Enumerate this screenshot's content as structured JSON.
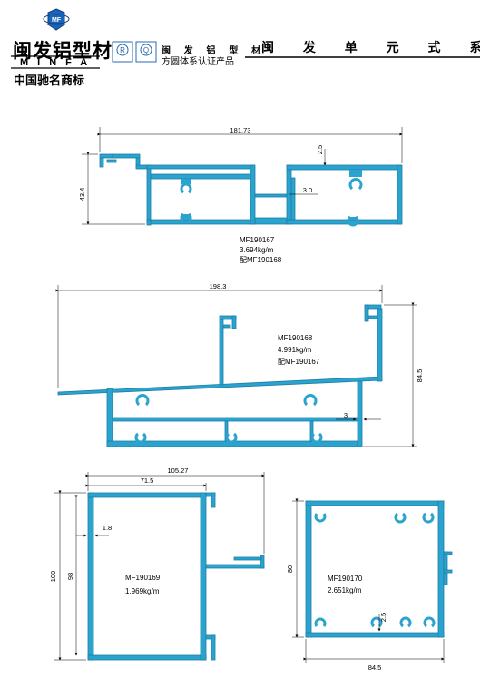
{
  "header": {
    "logo_text": "MF",
    "brand_name": "闽发铝型材",
    "brand_latin": "MINFA",
    "slogan": "中国驰名商标",
    "cert_badges": [
      "R",
      "Q"
    ],
    "cert_title": "闽 发 铝 型 材",
    "cert_subtitle": "方圆体系认证产品",
    "series_title": "闽 发 单 元 式 系 列 断 面"
  },
  "profiles": [
    {
      "code": "MF190167",
      "weight": "3.694kg/m",
      "match": "配MF190168",
      "dims": {
        "width": "181.73",
        "height": "43.4",
        "top": "2.5",
        "wall": "3.0"
      }
    },
    {
      "code": "MF190168",
      "weight": "4.991kg/m",
      "match": "配MF190167",
      "dims": {
        "width": "198.3",
        "height": "84.5",
        "wall": "3"
      }
    },
    {
      "code": "MF190169",
      "weight": "1.969kg/m",
      "dims": {
        "width_total": "105.27",
        "width_inner": "71.5",
        "wall": "1.8",
        "height_total": "100",
        "height_inner": "98"
      }
    },
    {
      "code": "MF190170",
      "weight": "2.651kg/m",
      "dims": {
        "height": "80",
        "wall": "2.5",
        "width": "84.5"
      }
    }
  ],
  "colors": {
    "profile_fill": "#2aa3cf",
    "profile_stroke": "#1c7fa6",
    "line": "#000000"
  }
}
